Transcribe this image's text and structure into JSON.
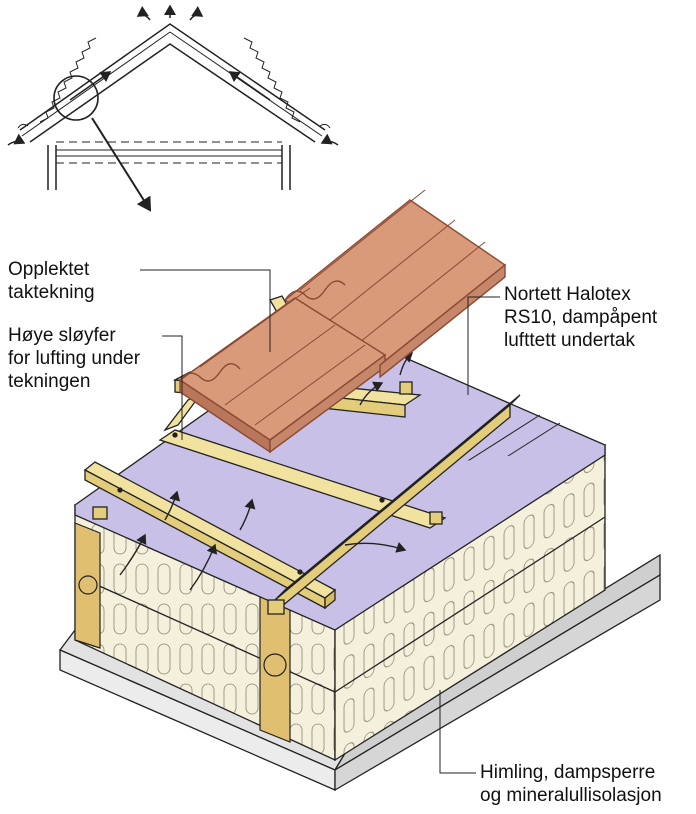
{
  "labels": {
    "tiles": [
      "Opplektet",
      "taktekning"
    ],
    "battens": [
      "Høye sløyfer",
      "for lufting under",
      "tekningen"
    ],
    "underlay": [
      "Nortett Halotex",
      "RS10, dampåpent",
      "lufttett undertak"
    ],
    "ceiling": [
      "Himling, dampsperre",
      "og mineralullisolasjon"
    ]
  },
  "colors": {
    "tile": "#d99a7a",
    "tile_edge": "#8a4a33",
    "membrane": "#c8c0e6",
    "batten": "#f2e2a0",
    "insulation": "#f4f0dc",
    "rafter": "#e0c070",
    "ceiling_board": "#e2e2e2",
    "line": "#222222"
  },
  "icons": [
    "roof-section-icon",
    "detail-arrow-icon",
    "airflow-arrow-icon"
  ]
}
